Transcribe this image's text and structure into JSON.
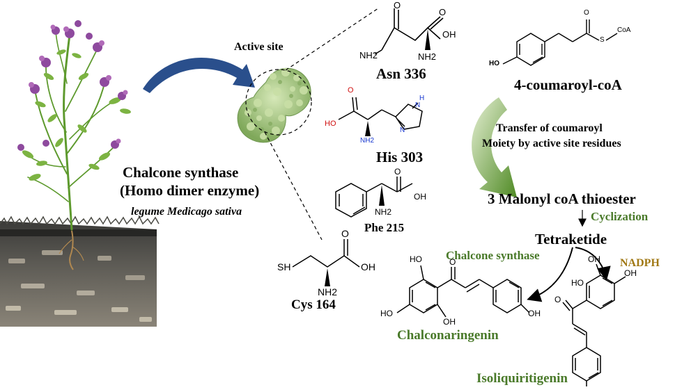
{
  "plant": {
    "enzyme_title": "Chalcone synthase",
    "enzyme_subtitle": "(Homo dimer enzyme)",
    "species": "legume Medicago sativa"
  },
  "active_site": {
    "label": "Active site"
  },
  "residues": [
    {
      "name": "Asn 336",
      "atoms": [
        "O",
        "OH",
        "O",
        "NH2",
        "NH2"
      ]
    },
    {
      "name": "His 303",
      "atoms": [
        "O",
        "HO",
        "NH2",
        "H",
        "N",
        "N"
      ]
    },
    {
      "name": "Phe 215",
      "atoms": [
        "O",
        "OH",
        "NH2"
      ]
    },
    {
      "name": "Cys 164",
      "atoms": [
        "O",
        "SH",
        "OH",
        "NH2"
      ]
    }
  ],
  "pathway": {
    "substrate": "4-coumaroyl-coA",
    "substrate_atoms": [
      "O",
      "S",
      "CoA",
      "HO"
    ],
    "transfer_line1": "Transfer of coumaroyl",
    "transfer_line2": "Moiety by active site residues",
    "thioester": "3 Malonyl coA thioester",
    "cyclization": "Cyclization",
    "tetraketide": "Tetraketide",
    "enzyme_step": "Chalcone synthase",
    "cofactor": "NADPH",
    "product1": "Chalconaringenin",
    "product1_atoms": [
      "HO",
      "O",
      "OH",
      "HO",
      "OH"
    ],
    "product2": "Isoliquiritigenin",
    "product2_atoms": [
      "HO",
      "OH",
      "O",
      "OH"
    ]
  },
  "colors": {
    "arrow_blue": "#2a4f8c",
    "text_green": "#4a7a2a",
    "cofactor_gold": "#a07814",
    "protein_green": "#9fc07a",
    "soil_dark": "#3a3a38"
  }
}
